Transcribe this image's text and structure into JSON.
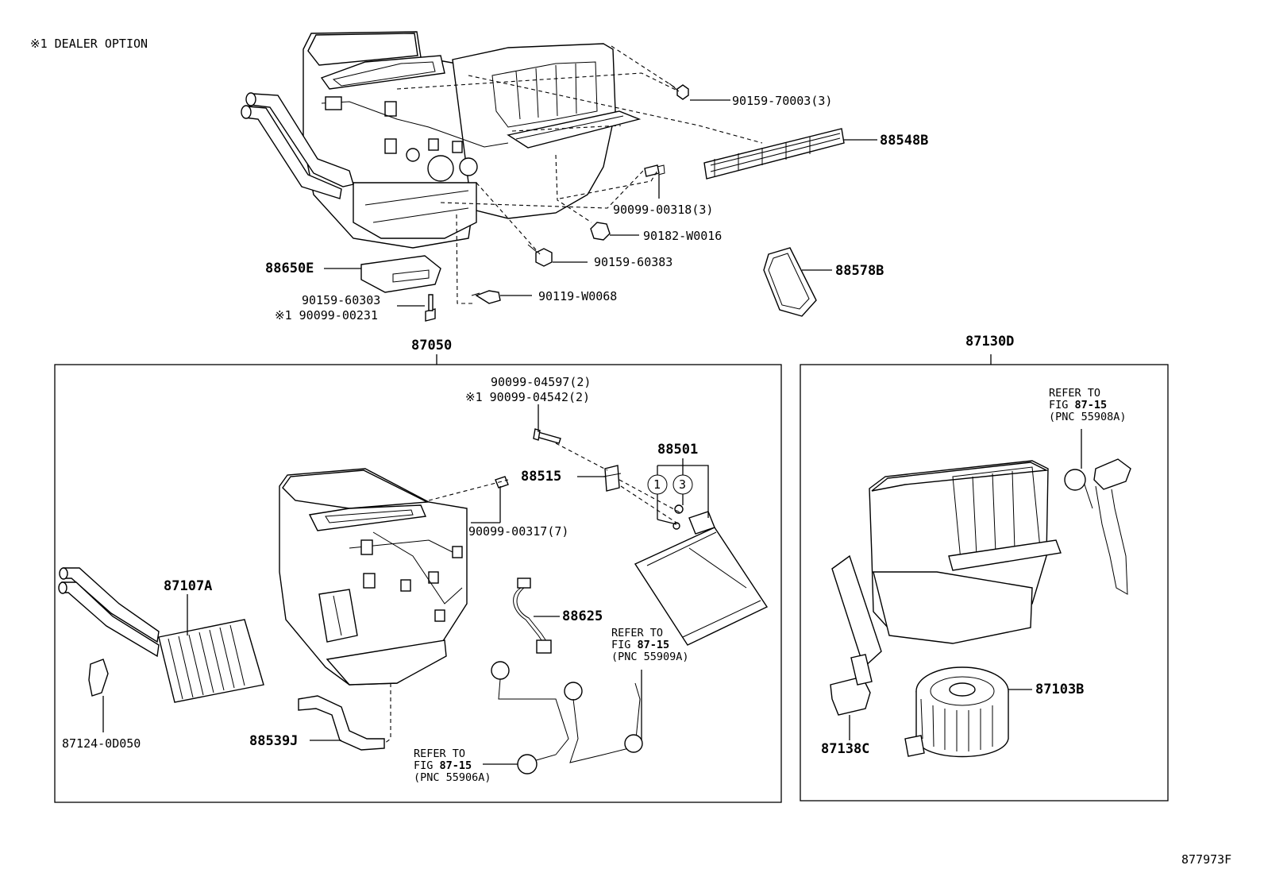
{
  "note": "※1 DEALER OPTION",
  "figure_code": "877973F",
  "top_labels": {
    "p90159_70003": "90159-70003(3)",
    "p88548B": "88548B",
    "p90099_00318": "90099-00318(3)",
    "p90182_W0016": "90182-W0016",
    "p90159_60383": "90159-60383",
    "p88578B": "88578B",
    "p88650E": "88650E",
    "p90159_60303": "90159-60303",
    "p90099_00231": "※1 90099-00231",
    "p90119_W0068": "90119-W0068"
  },
  "group_left": {
    "title": "87050",
    "p90099_04597": "90099-04597(2)",
    "p90099_04542": "※1 90099-04542(2)",
    "p88501": "88501",
    "p88515": "88515",
    "circle1": "1",
    "circle3": "3",
    "p90099_00317": "90099-00317(7)",
    "p87107A": "87107A",
    "p88625": "88625",
    "p87124_0D050": "87124-0D050",
    "p88539J": "88539J",
    "ref1_l1": "REFER TO",
    "ref1_l2a": "FIG ",
    "ref1_l2b": "87-15",
    "ref1_l3": "(PNC 55909A)",
    "ref2_l1": "REFER TO",
    "ref2_l2a": "FIG ",
    "ref2_l2b": "87-15",
    "ref2_l3": "(PNC 55906A)"
  },
  "group_right": {
    "title": "87130D",
    "ref_l1": "REFER TO",
    "ref_l2a": "FIG ",
    "ref_l2b": "87-15",
    "ref_l3": "(PNC 55908A)",
    "p87103B": "87103B",
    "p87138C": "87138C"
  }
}
